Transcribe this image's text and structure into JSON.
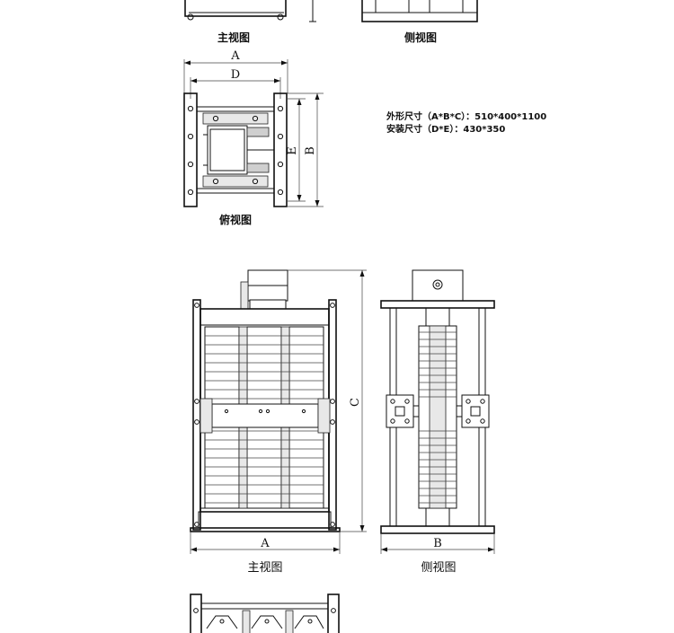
{
  "small_views": {
    "front_label": "主视图",
    "side_label": "侧视图",
    "top_label": "俯视图",
    "dim_a": "A",
    "dim_d": "D",
    "dim_e": "E",
    "dim_b": "B"
  },
  "specs": {
    "outline": "外形尺寸（A*B*C）：510*400*1100",
    "mounting": "安装尺寸（D*E）：430*350"
  },
  "large_views": {
    "front_label": "主视图",
    "side_label": "侧视图",
    "dim_a": "A",
    "dim_b": "B",
    "dim_c": "C"
  }
}
